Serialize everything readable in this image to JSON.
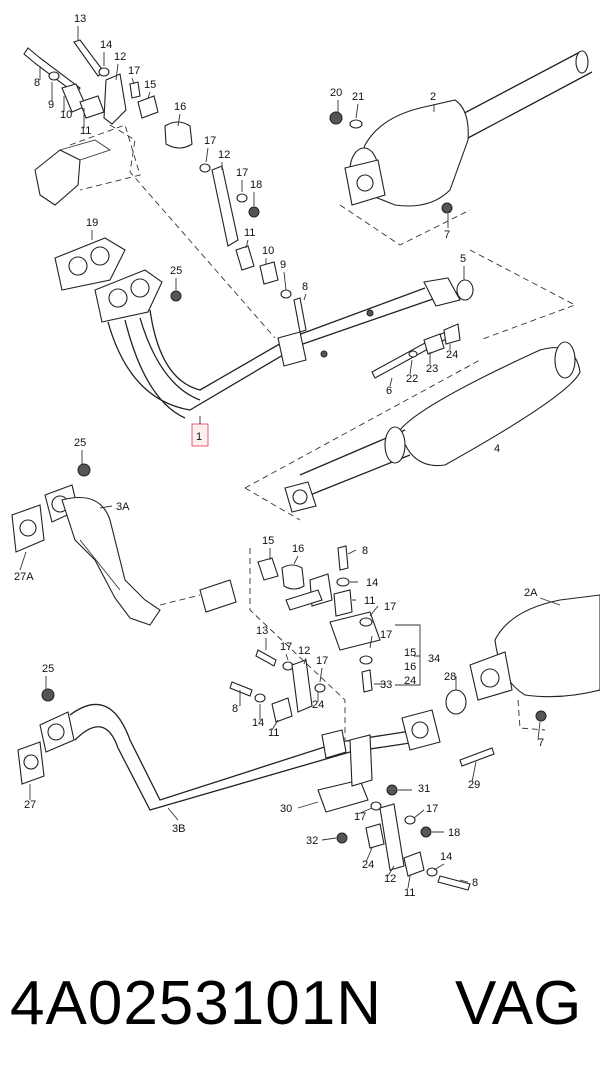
{
  "footer": {
    "part_number": "4A0253101N",
    "brand": "VAG"
  },
  "callouts": {
    "c1": "1",
    "c2": "2",
    "c2A": "2A",
    "c3A": "3A",
    "c3B": "3B",
    "c4": "4",
    "c5": "5",
    "c6": "6",
    "c7a": "7",
    "c7b": "7",
    "c8a": "8",
    "c8b": "8",
    "c8c": "8",
    "c8d": "8",
    "c8e": "8",
    "c9a": "9",
    "c9b": "9",
    "c10a": "10",
    "c10b": "10",
    "c11a": "11",
    "c11b": "11",
    "c11c": "11",
    "c11d": "11",
    "c11e": "11",
    "c12a": "12",
    "c12b": "12",
    "c12c": "12",
    "c12d": "12",
    "c13a": "13",
    "c13b": "13",
    "c14a": "14",
    "c14b": "14",
    "c14c": "14",
    "c14d": "14",
    "c15a": "15",
    "c15b": "15",
    "c15c": "15",
    "c16a": "16",
    "c16b": "16",
    "c16c": "16",
    "c17a": "17",
    "c17b": "17",
    "c17c": "17",
    "c17d": "17",
    "c17e": "17",
    "c17f": "17",
    "c17g": "17",
    "c17h": "17",
    "c17i": "17",
    "c18a": "18",
    "c18b": "18",
    "c19": "19",
    "c20": "20",
    "c21": "21",
    "c22": "22",
    "c23": "23",
    "c24a": "24",
    "c24b": "24",
    "c24c": "24",
    "c24d": "24",
    "c25a": "25",
    "c25b": "25",
    "c25c": "25",
    "c27": "27",
    "c27A": "27A",
    "c28": "28",
    "c29": "29",
    "c30": "30",
    "c31": "31",
    "c32": "32",
    "c33": "33",
    "c34": "34"
  },
  "colors": {
    "highlight": "#e06070"
  }
}
